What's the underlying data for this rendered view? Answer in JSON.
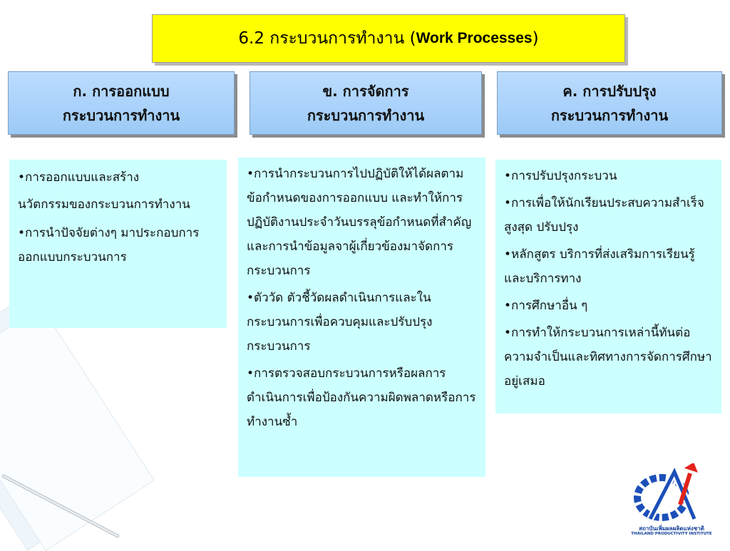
{
  "title": {
    "main": "6.2 กระบวนการทำงาน (",
    "en": "Work Processes",
    "close": ")"
  },
  "headers": [
    {
      "line1": "ก. การออกแบบ",
      "line2": "กระบวนการทำงาน"
    },
    {
      "line1": "ข. การจัดการ",
      "line2": "กระบวนการทำงาน"
    },
    {
      "line1": "ค. การปรับปรุง",
      "line2": "กระบวนการทำงาน"
    }
  ],
  "col1": [
    "•การออกแบบและสร้าง\nนวัตกรรมของกระบวนการทำงาน",
    "•การนำปัจจัยต่างๆ มาประกอบการออกแบบกระบวนการ"
  ],
  "col2": [
    "•การนำกระบวนการไปปฏิบัติให้ได้ผลตามข้อกำหนดของการออกแบบ และทำให้การปฏิบัติงานประจำวันบรรลุข้อกำหนดที่สำคัญ และการนำข้อมูลจาผู้เกี่ยวข้องมาจัดการกระบวนการ",
    "•ตัววัด ตัวชี้วัดผลดำเนินการและในกระบวนการเพื่อควบคุมและปรับปรุงกระบวนการ",
    "•การตรวจสอบกระบวนการหรือผลการดำเนินการเพื่อป้องกันความผิดพลาดหรือการทำงานซ้ำ"
  ],
  "col3": [
    "•การปรับปรุงกระบวน",
    "•การเพื่อให้นักเรียนประสบความสำเร็จสูงสุด ปรับปรุง",
    "•หลักสูตร บริการที่ส่งเสริมการเรียนรู้ และบริการทาง",
    "•การศึกษาอื่น ๆ",
    "•การทำให้กระบวนการเหล่านี้ทันต่อความจำเป็นและทิศทางการจัดการศึกษาอยู่เสมอ"
  ],
  "logo": {
    "thai": "สถาบันเพิ่มผลผลิตแห่งชาติ",
    "en": "THAILAND PRODUCTIVITY INSTITUTE"
  },
  "colors": {
    "title_bg": "#ffff00",
    "header_bg": "#9ccaf6",
    "box_bg": "#ccffff",
    "logo_blue": "#1b4fb8",
    "logo_red": "#e2231a"
  }
}
